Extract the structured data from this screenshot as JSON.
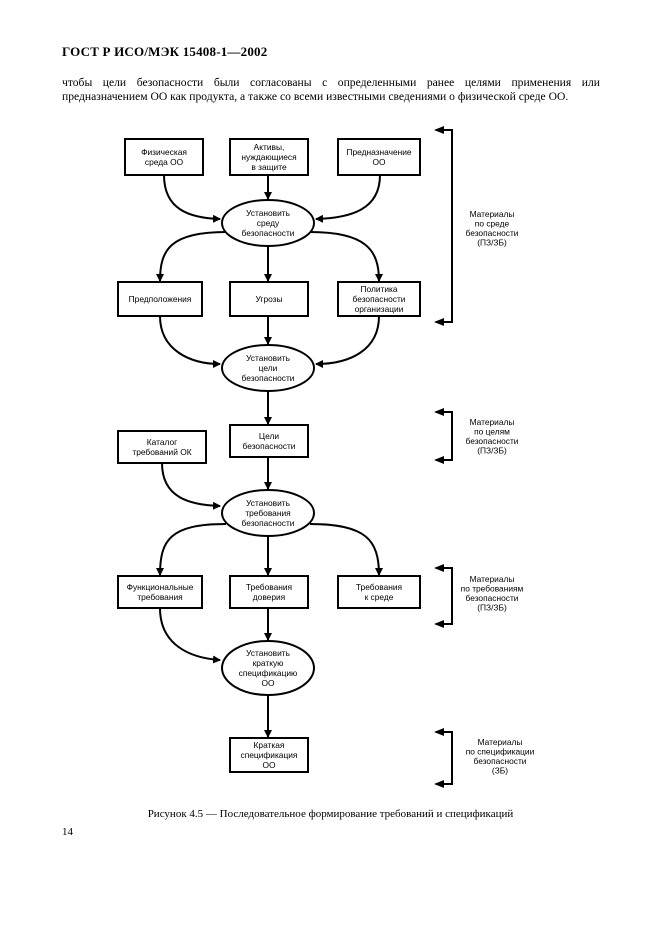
{
  "header": "ГОСТ Р ИСО/МЭК 15408-1—2002",
  "intro": "чтобы цели безопасности были согласованы с определенными ранее целями применения или предназначением ОО как продукта, а также со всеми известными сведениями о физической среде ОО.",
  "diagram": {
    "boxes": {
      "phys_env": [
        "Физическая",
        "среда ОО"
      ],
      "assets": [
        "Активы,",
        "нуждающиеся",
        "в защите"
      ],
      "purpose": [
        "Предназначение",
        "ОО"
      ],
      "assumptions": [
        "Предположения"
      ],
      "threats": [
        "Угрозы"
      ],
      "policy": [
        "Политика",
        "безопасности",
        "организации"
      ],
      "sec_objectives": [
        "Цели",
        "безопасности"
      ],
      "catalog": [
        "Каталог",
        "требований ОК"
      ],
      "func_req": [
        "Функциональные",
        "требования"
      ],
      "assurance_req": [
        "Требования",
        "доверия"
      ],
      "env_req": [
        "Требования",
        "к среде"
      ],
      "tss": [
        "Краткая",
        "спецификация",
        "ОО"
      ]
    },
    "ellipses": {
      "establish_env": [
        "Установить",
        "среду",
        "безопасности"
      ],
      "establish_obj": [
        "Установить",
        "цели",
        "безопасности"
      ],
      "establish_req": [
        "Установить",
        "требования",
        "безопасности"
      ],
      "establish_tss": [
        "Установить",
        "краткую",
        "спецификацию",
        "ОО"
      ]
    },
    "side_notes": {
      "env_material": [
        "Материалы",
        "по среде",
        "безопасности",
        "(ПЗ/ЗБ)"
      ],
      "obj_material": [
        "Материалы",
        "по целям",
        "безопасности",
        "(ПЗ/ЗБ)"
      ],
      "req_material": [
        "Материалы",
        "по требованиям",
        "безопасности",
        "(ПЗ/ЗБ)"
      ],
      "tss_material": [
        "Материалы",
        "по спецификации",
        "безопасности",
        "(ЗБ)"
      ]
    }
  },
  "caption": "Рисунок 4.5 — Последовательное формирование требований и спецификаций",
  "page_number": "14"
}
